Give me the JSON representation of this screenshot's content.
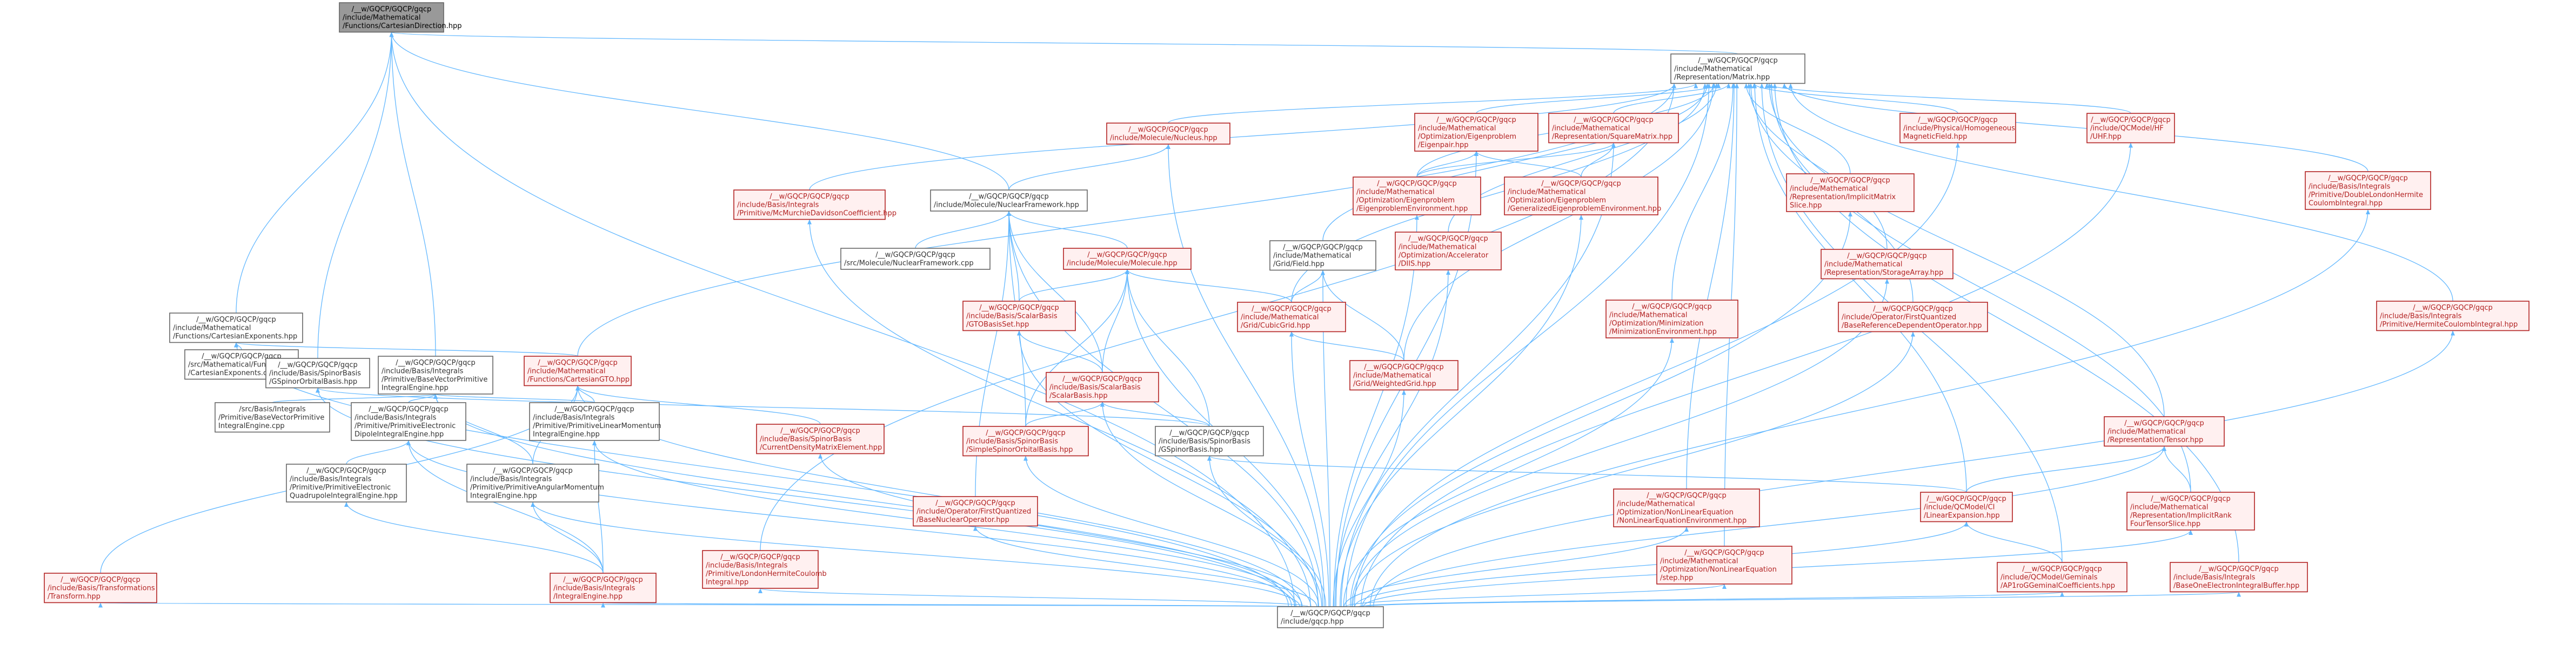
{
  "nodes": [
    {
      "id": "cart_dir",
      "kind": "root",
      "lines": [
        "/__w/GQCP/GQCP/gqcp",
        "/include/Mathematical",
        "/Functions/CartesianDirection.hpp"
      ]
    },
    {
      "id": "cart_exp_hpp",
      "kind": "black",
      "lines": [
        "/__w/GQCP/GQCP/gqcp",
        "/include/Mathematical",
        "/Functions/CartesianExponents.hpp"
      ]
    },
    {
      "id": "cart_exp_cpp",
      "kind": "black",
      "lines": [
        "/__w/GQCP/GQCP/gqcp",
        "/src/Mathematical/Functions",
        "/CartesianExponents.cpp"
      ]
    },
    {
      "id": "gspinor_orbital",
      "kind": "black",
      "lines": [
        "/__w/GQCP/GQCP/gqcp",
        "/include/Basis/SpinorBasis",
        "/GSpinorOrbitalBasis.hpp"
      ]
    },
    {
      "id": "base_vec_prim",
      "kind": "black",
      "lines": [
        "/__w/GQCP/GQCP/gqcp",
        "/include/Basis/Integrals",
        "/Primitive/BaseVectorPrimitive",
        "IntegralEngine.hpp"
      ]
    },
    {
      "id": "cart_gto",
      "kind": "red",
      "lines": [
        "/__w/GQCP/GQCP/gqcp",
        "/include/Mathematical",
        "/Functions/CartesianGTO.hpp"
      ]
    },
    {
      "id": "base_vec_prim_cpp",
      "kind": "black",
      "lines": [
        "/src/Basis/Integrals",
        "/Primitive/BaseVectorPrimitive",
        "IntegralEngine.cpp"
      ]
    },
    {
      "id": "prim_elec_dip",
      "kind": "black",
      "lines": [
        "/__w/GQCP/GQCP/gqcp",
        "/include/Basis/Integrals",
        "/Primitive/PrimitiveElectronic",
        "DipoleIntegralEngine.hpp"
      ]
    },
    {
      "id": "prim_lin_mom",
      "kind": "black",
      "lines": [
        "/__w/GQCP/GQCP/gqcp",
        "/include/Basis/Integrals",
        "/Primitive/PrimitiveLinearMomentum",
        "IntegralEngine.hpp"
      ]
    },
    {
      "id": "prim_elec_quad",
      "kind": "black",
      "lines": [
        "/__w/GQCP/GQCP/gqcp",
        "/include/Basis/Integrals",
        "/Primitive/PrimitiveElectronic",
        "QuadrupoleIntegralEngine.hpp"
      ]
    },
    {
      "id": "prim_ang_mom",
      "kind": "black",
      "lines": [
        "/__w/GQCP/GQCP/gqcp",
        "/include/Basis/Integrals",
        "/Primitive/PrimitiveAngularMomentum",
        "IntegralEngine.hpp"
      ]
    },
    {
      "id": "transform",
      "kind": "red",
      "lines": [
        "/__w/GQCP/GQCP/gqcp",
        "/include/Basis/Transformations",
        "/Transform.hpp"
      ]
    },
    {
      "id": "integral_engine",
      "kind": "red",
      "lines": [
        "/__w/GQCP/GQCP/gqcp",
        "/include/Basis/Integrals",
        "/IntegralEngine.hpp"
      ]
    },
    {
      "id": "london_hermite",
      "kind": "red",
      "lines": [
        "/__w/GQCP/GQCP/gqcp",
        "/include/Basis/Integrals",
        "/Primitive/LondonHermiteCoulomb",
        "Integral.hpp"
      ]
    },
    {
      "id": "mcmurchie",
      "kind": "red",
      "lines": [
        "/__w/GQCP/GQCP/gqcp",
        "/include/Basis/Integrals",
        "/Primitive/McMurchieDavidsonCoefficient.hpp"
      ]
    },
    {
      "id": "nuclear_framework",
      "kind": "black",
      "lines": [
        "/__w/GQCP/GQCP/gqcp",
        "/include/Molecule/NuclearFramework.hpp"
      ]
    },
    {
      "id": "nuclear_framework_cpp",
      "kind": "black",
      "lines": [
        "/__w/GQCP/GQCP/gqcp",
        "/src/Molecule/NuclearFramework.cpp"
      ]
    },
    {
      "id": "current_density",
      "kind": "red",
      "lines": [
        "/__w/GQCP/GQCP/gqcp",
        "/include/Basis/SpinorBasis",
        "/CurrentDensityMatrixElement.hpp"
      ]
    },
    {
      "id": "nucleus",
      "kind": "red",
      "lines": [
        "/__w/GQCP/GQCP/gqcp",
        "/include/Molecule/Nucleus.hpp"
      ]
    },
    {
      "id": "molecule",
      "kind": "red",
      "lines": [
        "/__w/GQCP/GQCP/gqcp",
        "/include/Molecule/Molecule.hpp"
      ]
    },
    {
      "id": "gto_shell",
      "kind": "red",
      "lines": [
        "/__w/GQCP/GQCP/gqcp",
        "/include/Basis/ScalarBasis",
        "/GTOBasisSet.hpp"
      ]
    },
    {
      "id": "scalar_basis",
      "kind": "red",
      "lines": [
        "/__w/GQCP/GQCP/gqcp",
        "/include/Basis/ScalarBasis",
        "/ScalarBasis.hpp"
      ]
    },
    {
      "id": "simple_spinor",
      "kind": "red",
      "lines": [
        "/__w/GQCP/GQCP/gqcp",
        "/include/Basis/SpinorBasis",
        "/SimpleSpinorOrbitalBasis.hpp"
      ]
    },
    {
      "id": "gspinor_basis",
      "kind": "black",
      "lines": [
        "/__w/GQCP/GQCP/gqcp",
        "/include/Basis/SpinorBasis",
        "/GSpinorBasis.hpp"
      ]
    },
    {
      "id": "base_nuclear_op",
      "kind": "red",
      "lines": [
        "/__w/GQCP/GQCP/gqcp",
        "/include/Operator/FirstQuantized",
        "/BaseNuclearOperator.hpp"
      ]
    },
    {
      "id": "grid_field",
      "kind": "black",
      "lines": [
        "/__w/GQCP/GQCP/gqcp",
        "/include/Mathematical",
        "/Grid/Field.hpp"
      ]
    },
    {
      "id": "cubic_grid",
      "kind": "red",
      "lines": [
        "/__w/GQCP/GQCP/gqcp",
        "/include/Mathematical",
        "/Grid/CubicGrid.hpp"
      ]
    },
    {
      "id": "weighted_grid",
      "kind": "red",
      "lines": [
        "/__w/GQCP/GQCP/gqcp",
        "/include/Mathematical",
        "/Grid/WeightedGrid.hpp"
      ]
    },
    {
      "id": "eigenpair",
      "kind": "red",
      "lines": [
        "/__w/GQCP/GQCP/gqcp",
        "/include/Mathematical",
        "/Optimization/Eigenproblem",
        "/Eigenpair.hpp"
      ]
    },
    {
      "id": "eigen_env",
      "kind": "red",
      "lines": [
        "/__w/GQCP/GQCP/gqcp",
        "/include/Mathematical",
        "/Optimization/Eigenproblem",
        "/EigenproblemEnvironment.hpp"
      ]
    },
    {
      "id": "diis",
      "kind": "red",
      "lines": [
        "/__w/GQCP/GQCP/gqcp",
        "/include/Mathematical",
        "/Optimization/Accelerator",
        "/DIIS.hpp"
      ]
    },
    {
      "id": "square_matrix",
      "kind": "red",
      "lines": [
        "/__w/GQCP/GQCP/gqcp",
        "/include/Mathematical",
        "/Representation/SquareMatrix.hpp"
      ]
    },
    {
      "id": "gen_eigen_env",
      "kind": "red",
      "lines": [
        "/__w/GQCP/GQCP/gqcp",
        "/include/Mathematical",
        "/Optimization/Eigenproblem",
        "/GeneralizedEigenproblemEnvironment.hpp"
      ]
    },
    {
      "id": "minimization_env",
      "kind": "red",
      "lines": [
        "/__w/GQCP/GQCP/gqcp",
        "/include/Mathematical",
        "/Optimization/Minimization",
        "/MinimizationEnvironment.hpp"
      ]
    },
    {
      "id": "nonlinear_env",
      "kind": "red",
      "lines": [
        "/__w/GQCP/GQCP/gqcp",
        "/include/Mathematical",
        "/Optimization/NonLinearEquation",
        "/NonLinearEquationEnvironment.hpp"
      ]
    },
    {
      "id": "nonlinear_step",
      "kind": "red",
      "lines": [
        "/__w/GQCP/GQCP/gqcp",
        "/include/Mathematical",
        "/Optimization/NonLinearEquation",
        "/step.hpp"
      ]
    },
    {
      "id": "matrix",
      "kind": "black",
      "lines": [
        "/__w/GQCP/GQCP/gqcp",
        "/include/Mathematical",
        "/Representation/Matrix.hpp"
      ]
    },
    {
      "id": "implicit_matrix_slice",
      "kind": "red",
      "lines": [
        "/__w/GQCP/GQCP/gqcp",
        "/include/Mathematical",
        "/Representation/ImplicitMatrix",
        "Slice.hpp"
      ]
    },
    {
      "id": "storage_array",
      "kind": "red",
      "lines": [
        "/__w/GQCP/GQCP/gqcp",
        "/include/Mathematical",
        "/Representation/StorageArray.hpp"
      ]
    },
    {
      "id": "base_ref_dep_op",
      "kind": "red",
      "lines": [
        "/__w/GQCP/GQCP/gqcp",
        "/include/Operator/FirstQuantized",
        "/BaseReferenceDependentOperator.hpp"
      ]
    },
    {
      "id": "homogeneous_field",
      "kind": "red",
      "lines": [
        "/__w/GQCP/GQCP/gqcp",
        "/include/Physical/Homogeneous",
        "MagneticField.hpp"
      ]
    },
    {
      "id": "uhf",
      "kind": "red",
      "lines": [
        "/__w/GQCP/GQCP/gqcp",
        "/include/QCModel/HF",
        "/UHF.hpp"
      ]
    },
    {
      "id": "double_london",
      "kind": "red",
      "lines": [
        "/__w/GQCP/GQCP/gqcp",
        "/include/Basis/Integrals",
        "/Primitive/DoubleLondonHermite",
        "CoulombIntegral.hpp"
      ]
    },
    {
      "id": "hermite_coulomb",
      "kind": "red",
      "lines": [
        "/__w/GQCP/GQCP/gqcp",
        "/include/Basis/Integrals",
        "/Primitive/HermiteCoulombIntegral.hpp"
      ]
    },
    {
      "id": "tensor",
      "kind": "red",
      "lines": [
        "/__w/GQCP/GQCP/gqcp",
        "/include/Mathematical",
        "/Representation/Tensor.hpp"
      ]
    },
    {
      "id": "linear_expansion",
      "kind": "red",
      "lines": [
        "/__w/GQCP/GQCP/gqcp",
        "/include/QCModel/CI",
        "/LinearExpansion.hpp"
      ]
    },
    {
      "id": "implicit_rank4",
      "kind": "red",
      "lines": [
        "/__w/GQCP/GQCP/gqcp",
        "/include/Mathematical",
        "/Representation/ImplicitRank",
        "FourTensorSlice.hpp"
      ]
    },
    {
      "id": "ap1rog_coeffs",
      "kind": "red",
      "lines": [
        "/__w/GQCP/GQCP/gqcp",
        "/include/QCModel/Geminals",
        "/AP1roGGeminalCoefficients.hpp"
      ]
    },
    {
      "id": "one_electron_buffer",
      "kind": "red",
      "lines": [
        "/__w/GQCP/GQCP/gqcp",
        "/include/Basis/Integrals",
        "/BaseOneElectronIntegralBuffer.hpp"
      ]
    },
    {
      "id": "gqcp",
      "kind": "black",
      "lines": [
        "/__w/GQCP/GQCP/gqcp",
        "/include/gqcp.hpp"
      ]
    }
  ],
  "edges": [
    [
      "cart_dir",
      "matrix"
    ],
    [
      "cart_dir",
      "cart_exp_hpp"
    ],
    [
      "cart_dir",
      "gspinor_orbital"
    ],
    [
      "cart_dir",
      "base_vec_prim"
    ],
    [
      "cart_dir",
      "nuclear_framework"
    ],
    [
      "cart_dir",
      "gqcp"
    ],
    [
      "cart_exp_hpp",
      "cart_exp_cpp"
    ],
    [
      "cart_exp_hpp",
      "cart_gto"
    ],
    [
      "cart_exp_hpp",
      "gqcp"
    ],
    [
      "gspinor_orbital",
      "gspinor_basis"
    ],
    [
      "gspinor_orbital",
      "gqcp"
    ],
    [
      "base_vec_prim",
      "base_vec_prim_cpp"
    ],
    [
      "base_vec_prim",
      "prim_elec_dip"
    ],
    [
      "base_vec_prim",
      "prim_lin_mom"
    ],
    [
      "base_vec_prim",
      "prim_ang_mom"
    ],
    [
      "base_vec_prim",
      "gqcp"
    ],
    [
      "cart_gto",
      "prim_lin_mom"
    ],
    [
      "cart_gto",
      "current_density"
    ],
    [
      "cart_gto",
      "prim_ang_mom"
    ],
    [
      "cart_gto",
      "transform"
    ],
    [
      "cart_gto",
      "gqcp"
    ],
    [
      "prim_elec_dip",
      "prim_elec_quad"
    ],
    [
      "prim_elec_dip",
      "integral_engine"
    ],
    [
      "prim_elec_dip",
      "gqcp"
    ],
    [
      "prim_lin_mom",
      "integral_engine"
    ],
    [
      "prim_lin_mom",
      "gqcp"
    ],
    [
      "prim_elec_quad",
      "integral_engine"
    ],
    [
      "prim_ang_mom",
      "integral_engine"
    ],
    [
      "prim_ang_mom",
      "gqcp"
    ],
    [
      "transform",
      "gqcp"
    ],
    [
      "integral_engine",
      "gqcp"
    ],
    [
      "london_hermite",
      "gqcp"
    ],
    [
      "mcmurchie",
      "gqcp"
    ],
    [
      "nuclear_framework",
      "nuclear_framework_cpp"
    ],
    [
      "nuclear_framework",
      "molecule"
    ],
    [
      "nuclear_framework",
      "gto_shell"
    ],
    [
      "nuclear_framework",
      "scalar_basis"
    ],
    [
      "nuclear_framework",
      "simple_spinor"
    ],
    [
      "nuclear_framework",
      "base_nuclear_op"
    ],
    [
      "nuclear_framework",
      "gqcp"
    ],
    [
      "current_density",
      "gqcp"
    ],
    [
      "nucleus",
      "nuclear_framework"
    ],
    [
      "nucleus",
      "gqcp"
    ],
    [
      "molecule",
      "gto_shell"
    ],
    [
      "molecule",
      "scalar_basis"
    ],
    [
      "molecule",
      "simple_spinor"
    ],
    [
      "molecule",
      "gspinor_basis"
    ],
    [
      "molecule",
      "cubic_grid"
    ],
    [
      "molecule",
      "gqcp"
    ],
    [
      "gto_shell",
      "scalar_basis"
    ],
    [
      "gto_shell",
      "gqcp"
    ],
    [
      "scalar_basis",
      "simple_spinor"
    ],
    [
      "scalar_basis",
      "gspinor_basis"
    ],
    [
      "scalar_basis",
      "gqcp"
    ],
    [
      "simple_spinor",
      "gqcp"
    ],
    [
      "gspinor_basis",
      "linear_expansion"
    ],
    [
      "gspinor_basis",
      "gqcp"
    ],
    [
      "base_nuclear_op",
      "gqcp"
    ],
    [
      "grid_field",
      "cubic_grid"
    ],
    [
      "grid_field",
      "weighted_grid"
    ],
    [
      "grid_field",
      "gqcp"
    ],
    [
      "cubic_grid",
      "weighted_grid"
    ],
    [
      "cubic_grid",
      "gqcp"
    ],
    [
      "weighted_grid",
      "gqcp"
    ],
    [
      "eigenpair",
      "eigen_env"
    ],
    [
      "eigenpair",
      "gen_eigen_env"
    ],
    [
      "eigenpair",
      "gqcp"
    ],
    [
      "eigen_env",
      "gqcp"
    ],
    [
      "diis",
      "gqcp"
    ],
    [
      "square_matrix",
      "eigen_env"
    ],
    [
      "square_matrix",
      "gen_eigen_env"
    ],
    [
      "square_matrix",
      "gqcp"
    ],
    [
      "gen_eigen_env",
      "gqcp"
    ],
    [
      "minimization_env",
      "gqcp"
    ],
    [
      "nonlinear_env",
      "gqcp"
    ],
    [
      "nonlinear_step",
      "gqcp"
    ],
    [
      "matrix",
      "nucleus"
    ],
    [
      "matrix",
      "eigenpair"
    ],
    [
      "matrix",
      "square_matrix"
    ],
    [
      "matrix",
      "grid_field"
    ],
    [
      "matrix",
      "diis"
    ],
    [
      "matrix",
      "weighted_grid"
    ],
    [
      "matrix",
      "cubic_grid"
    ],
    [
      "matrix",
      "eigen_env"
    ],
    [
      "matrix",
      "minimization_env"
    ],
    [
      "matrix",
      "nonlinear_env"
    ],
    [
      "matrix",
      "nonlinear_step"
    ],
    [
      "matrix",
      "implicit_matrix_slice"
    ],
    [
      "matrix",
      "storage_array"
    ],
    [
      "matrix",
      "base_ref_dep_op"
    ],
    [
      "matrix",
      "homogeneous_field"
    ],
    [
      "matrix",
      "uhf"
    ],
    [
      "matrix",
      "double_london"
    ],
    [
      "matrix",
      "hermite_coulomb"
    ],
    [
      "matrix",
      "tensor"
    ],
    [
      "matrix",
      "linear_expansion"
    ],
    [
      "matrix",
      "implicit_rank4"
    ],
    [
      "matrix",
      "ap1rog_coeffs"
    ],
    [
      "matrix",
      "one_electron_buffer"
    ],
    [
      "matrix",
      "mcmurchie"
    ],
    [
      "matrix",
      "london_hermite"
    ],
    [
      "matrix",
      "cart_gto"
    ],
    [
      "matrix",
      "gqcp"
    ],
    [
      "implicit_matrix_slice",
      "gqcp"
    ],
    [
      "storage_array",
      "gqcp"
    ],
    [
      "base_ref_dep_op",
      "gqcp"
    ],
    [
      "homogeneous_field",
      "gqcp"
    ],
    [
      "uhf",
      "gqcp"
    ],
    [
      "double_london",
      "gqcp"
    ],
    [
      "hermite_coulomb",
      "gqcp"
    ],
    [
      "tensor",
      "linear_expansion"
    ],
    [
      "tensor",
      "implicit_rank4"
    ],
    [
      "tensor",
      "gqcp"
    ],
    [
      "linear_expansion",
      "ap1rog_coeffs"
    ],
    [
      "linear_expansion",
      "gqcp"
    ],
    [
      "implicit_rank4",
      "gqcp"
    ],
    [
      "ap1rog_coeffs",
      "gqcp"
    ],
    [
      "one_electron_buffer",
      "gqcp"
    ]
  ]
}
